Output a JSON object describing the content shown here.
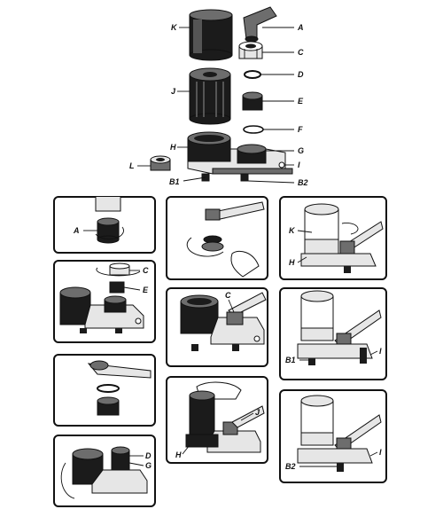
{
  "labels": {
    "A": "A",
    "B1": "B1",
    "B2": "B2",
    "C": "C",
    "D": "D",
    "E": "E",
    "F": "F",
    "G": "G",
    "H": "H",
    "I": "I",
    "J": "J",
    "K": "K",
    "L": "L"
  }
}
